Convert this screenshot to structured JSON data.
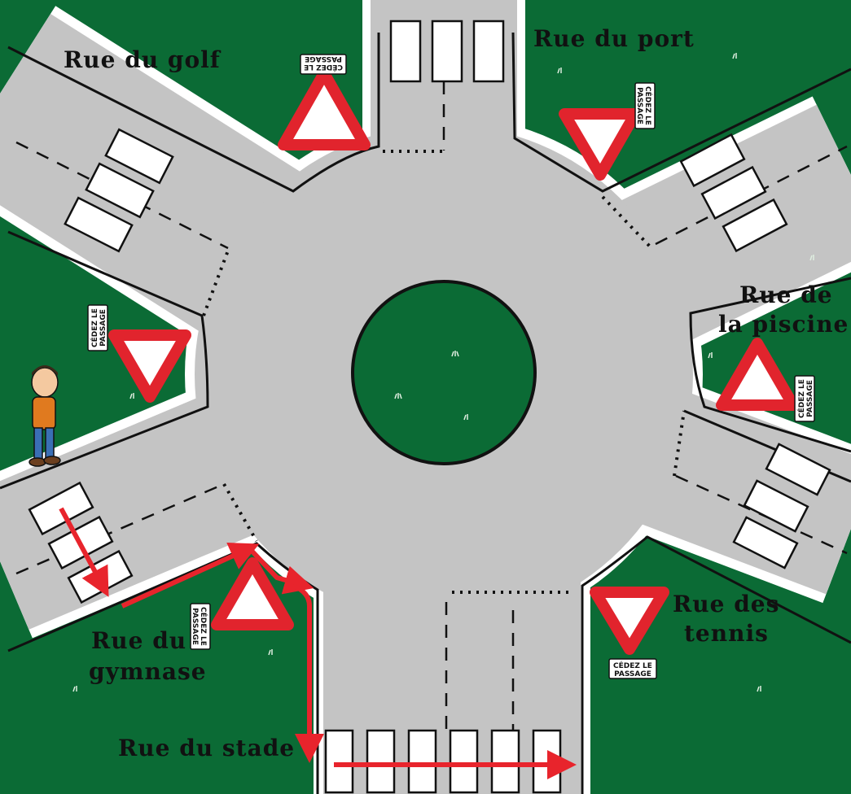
{
  "colors": {
    "grass": "#0b6b35",
    "road": "#c4c4c4",
    "curb": "#ffffff",
    "edge": "#111111",
    "sign_red": "#e1242d",
    "arrow": "#e8242c"
  },
  "streets": {
    "golf": "Rue du golf",
    "port": "Rue du port",
    "piscine": [
      "Rue de",
      "la piscine"
    ],
    "tennis": [
      "Rue des",
      "tennis"
    ],
    "gymnase": [
      "Rue du",
      "gymnase"
    ],
    "stade": "Rue du stade"
  },
  "sign_text": [
    "CÉDEZ LE",
    "PASSAGE"
  ],
  "icons": [
    "yield-sign-icon",
    "pedestrian-figure-icon",
    "route-arrow-icon",
    "grass-tuft-icon"
  ]
}
